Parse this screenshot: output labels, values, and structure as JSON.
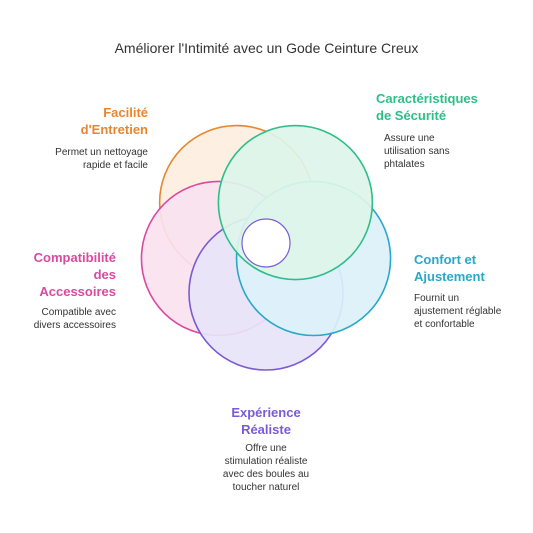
{
  "title": "Améliorer l'Intimité avec un Gode Ceinture Creux",
  "sections": [
    {
      "key": "entretien",
      "heading": [
        "Facilité",
        "d'Entretien"
      ],
      "description": [
        "Permet un nettoyage",
        "rapide et facile"
      ],
      "color": "#E8862F",
      "fill": "#FDEEDF"
    },
    {
      "key": "securite",
      "heading": [
        "Caractéristiques",
        "de Sécurité"
      ],
      "description": [
        "Assure une",
        "utilisation sans",
        "phtalates"
      ],
      "color": "#2DBE8A",
      "fill": "#DDF5EA"
    },
    {
      "key": "confort",
      "heading": [
        "Confort et",
        "Ajustement"
      ],
      "description": [
        "Fournit un",
        "ajustement réglable",
        "et confortable"
      ],
      "color": "#27A9C9",
      "fill": "#DCF1F8"
    },
    {
      "key": "experience",
      "heading": [
        "Expérience",
        "Réaliste"
      ],
      "description": [
        "Offre une",
        "stimulation réaliste",
        "avec des boules au",
        "toucher naturel"
      ],
      "color": "#7A5BD6",
      "fill": "#E8E4F8"
    },
    {
      "key": "accessoires",
      "heading": [
        "Compatibilité",
        "des",
        "Accessoires"
      ],
      "description": [
        "Compatible avec",
        "divers accessoires"
      ],
      "color": "#D94AA0",
      "fill": "#F9E2EF"
    }
  ]
}
